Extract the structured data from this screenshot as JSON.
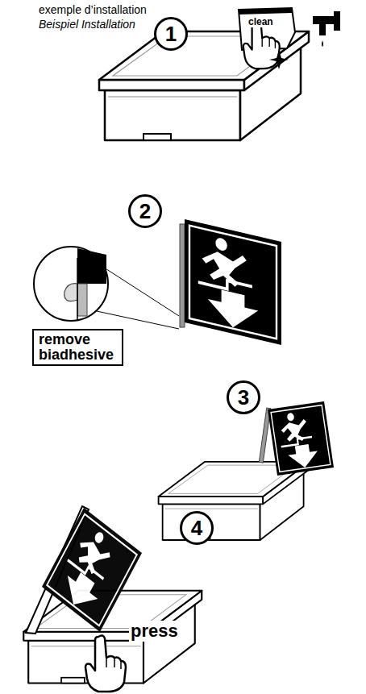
{
  "diagram": {
    "nodes": [
      {
        "text": [
          "1"
        ]
      },
      {
        "text": [
          "2"
        ]
      },
      {
        "text": [
          "remove biadhesive"
        ]
      },
      {
        "text": [
          "3"
        ]
      },
      {
        "text": [
          "4"
        ]
      }
    ],
    "labels": [
      "exemple d’installation",
      "Beispiel Installation",
      "clean",
      "press"
    ]
  }
}
